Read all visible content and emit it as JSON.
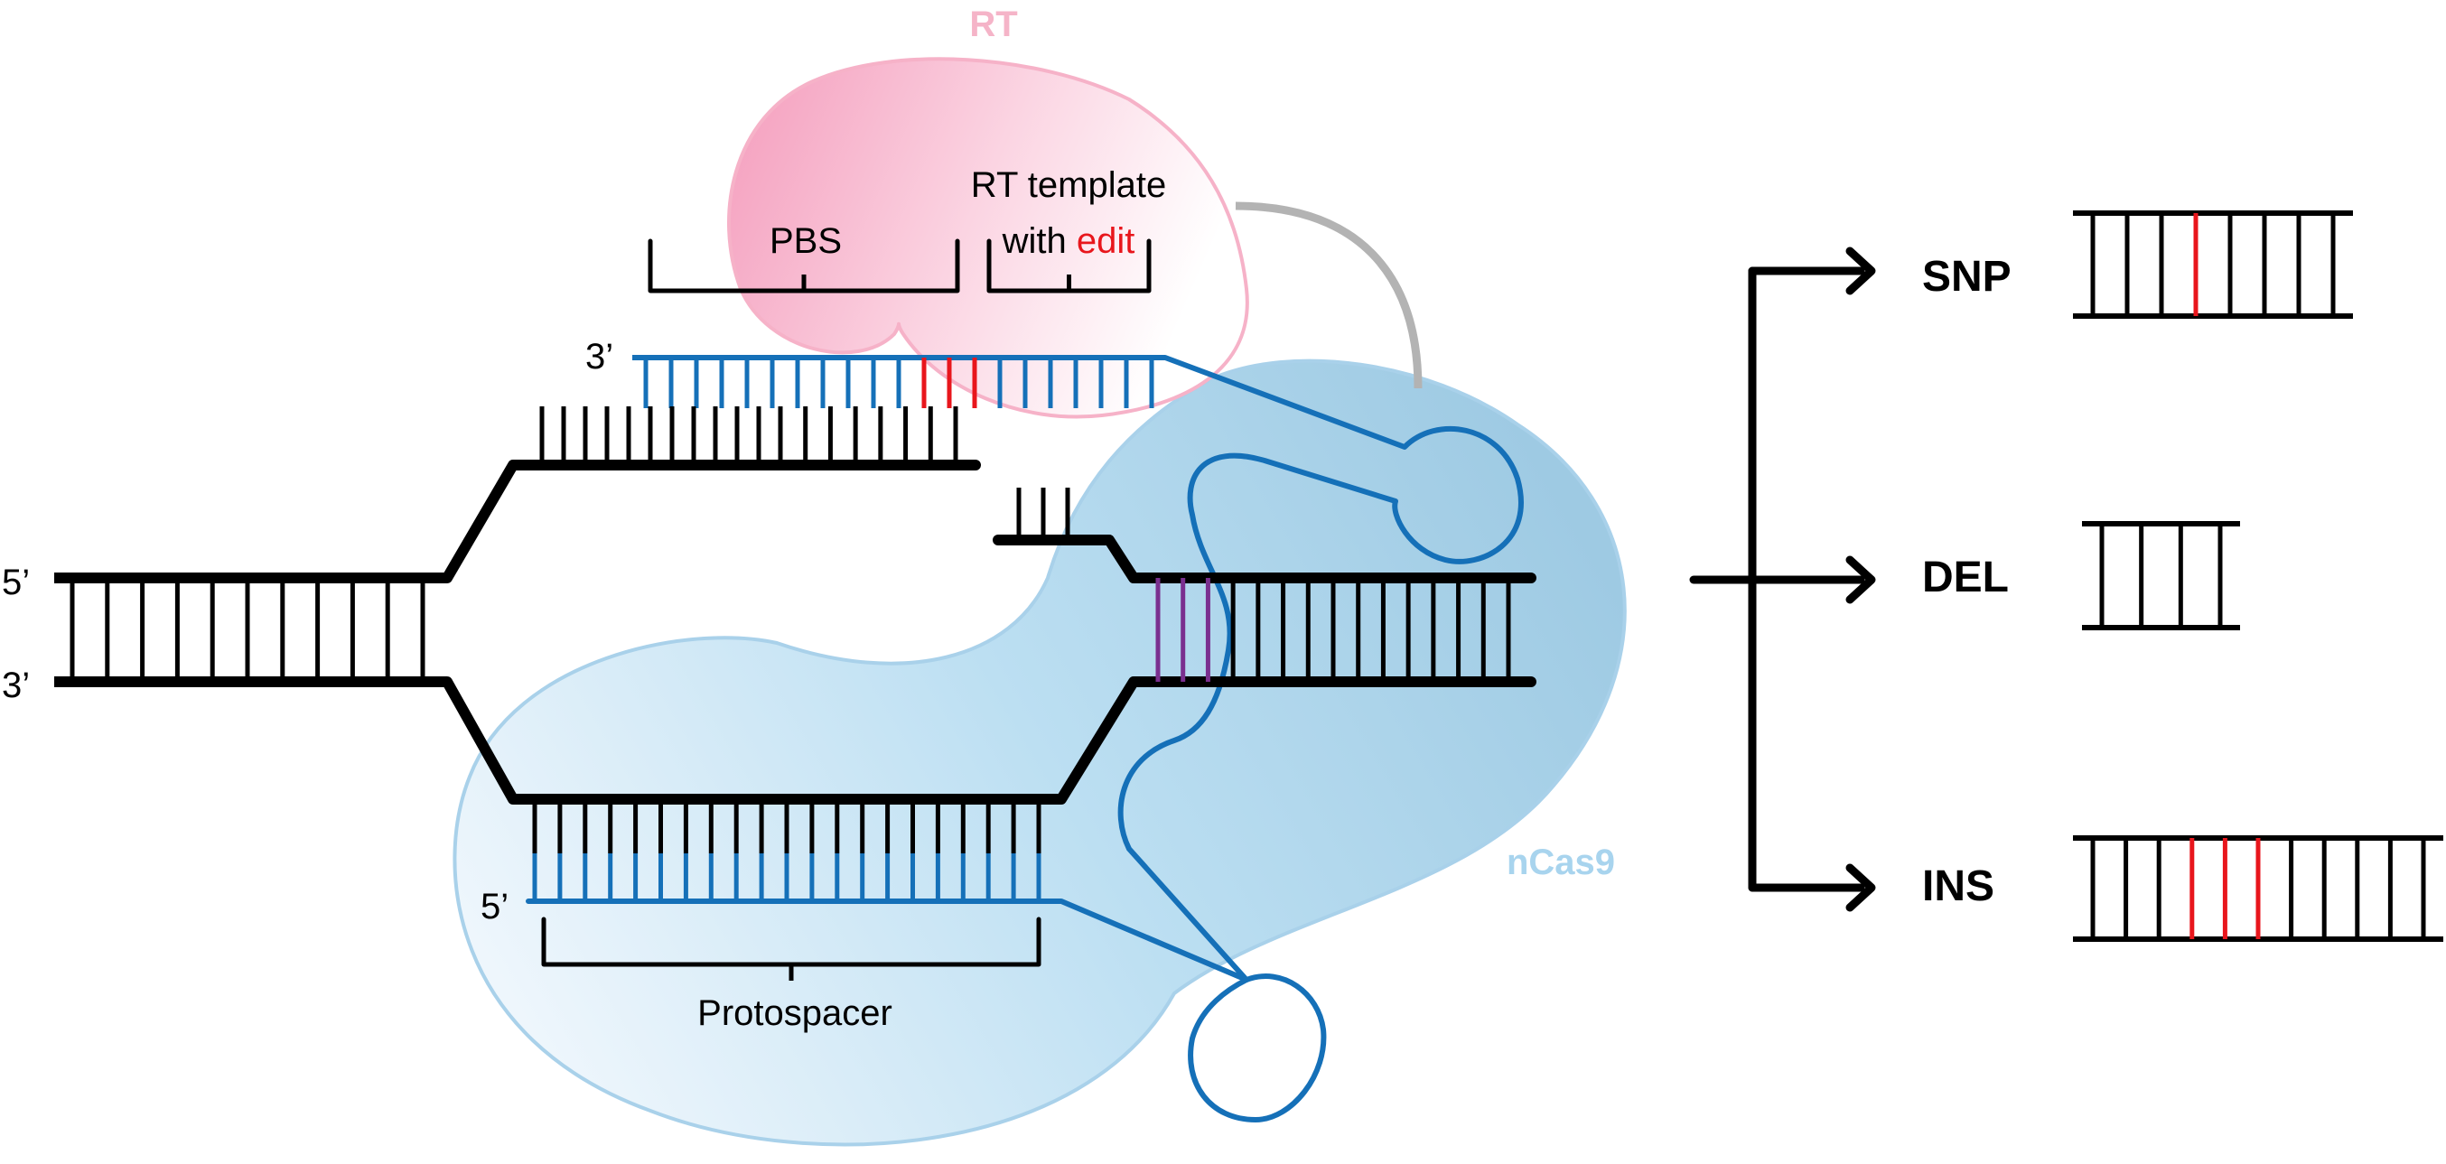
{
  "labels": {
    "rt": "RT",
    "ncas9": "nCas9",
    "pbs": "PBS",
    "rt_template_line1": "RT template",
    "rt_template_with": "with",
    "rt_template_edit": "edit",
    "protospacer": "Protospacer",
    "five_prime_top": "5’",
    "three_prime_bottom": "3’",
    "three_prime_pbs": "3’",
    "five_prime_spacer": "5’"
  },
  "outcomes": [
    {
      "label": "SNP",
      "edited_rungs": 1
    },
    {
      "label": "DEL",
      "edited_rungs": 0
    },
    {
      "label": "INS",
      "edited_rungs": 3
    }
  ],
  "colors": {
    "dna": "#000000",
    "pegRNA": "#1570b8",
    "edit": "#e8161c",
    "mismatch_pair": "#7a2f8f",
    "rt_protein": "#f7bfd2",
    "rt_label": "#f5b4c8",
    "cas9_protein": "#b5d9ec",
    "cas9_label": "#a8d4ee",
    "linker": "#b3b3b3"
  }
}
